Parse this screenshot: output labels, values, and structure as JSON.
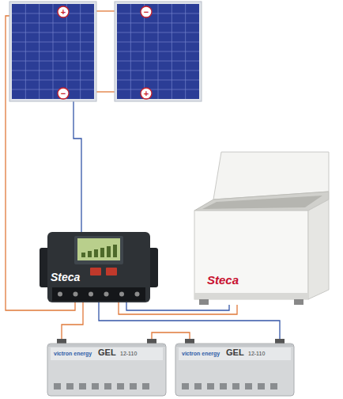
{
  "diagram": {
    "nodes": [
      {
        "text": [
          "+",
          "−"
        ]
      },
      {
        "text": [
          "−",
          "+"
        ]
      },
      {
        "text": [
          "Steca"
        ]
      },
      {
        "text": [
          "Steca"
        ]
      },
      {
        "text": [
          "victron energy",
          "GEL",
          "12-110"
        ]
      },
      {
        "text": [
          "victron energy",
          "GEL",
          "12-110"
        ]
      }
    ],
    "edges": [
      {
        "from": 0,
        "to": 1,
        "arrow": "none"
      },
      {
        "from": 0,
        "to": 1,
        "arrow": "none"
      },
      {
        "from": 0,
        "to": 3,
        "arrow": "none"
      },
      {
        "from": 0,
        "to": 3,
        "arrow": "none"
      },
      {
        "from": 3,
        "to": 4,
        "arrow": "none"
      },
      {
        "from": 3,
        "to": 5,
        "arrow": "none"
      },
      {
        "from": 3,
        "to": 2,
        "arrow": "none"
      },
      {
        "from": 3,
        "to": 2,
        "arrow": "none"
      },
      {
        "from": 4,
        "to": 5,
        "arrow": "none"
      }
    ]
  }
}
